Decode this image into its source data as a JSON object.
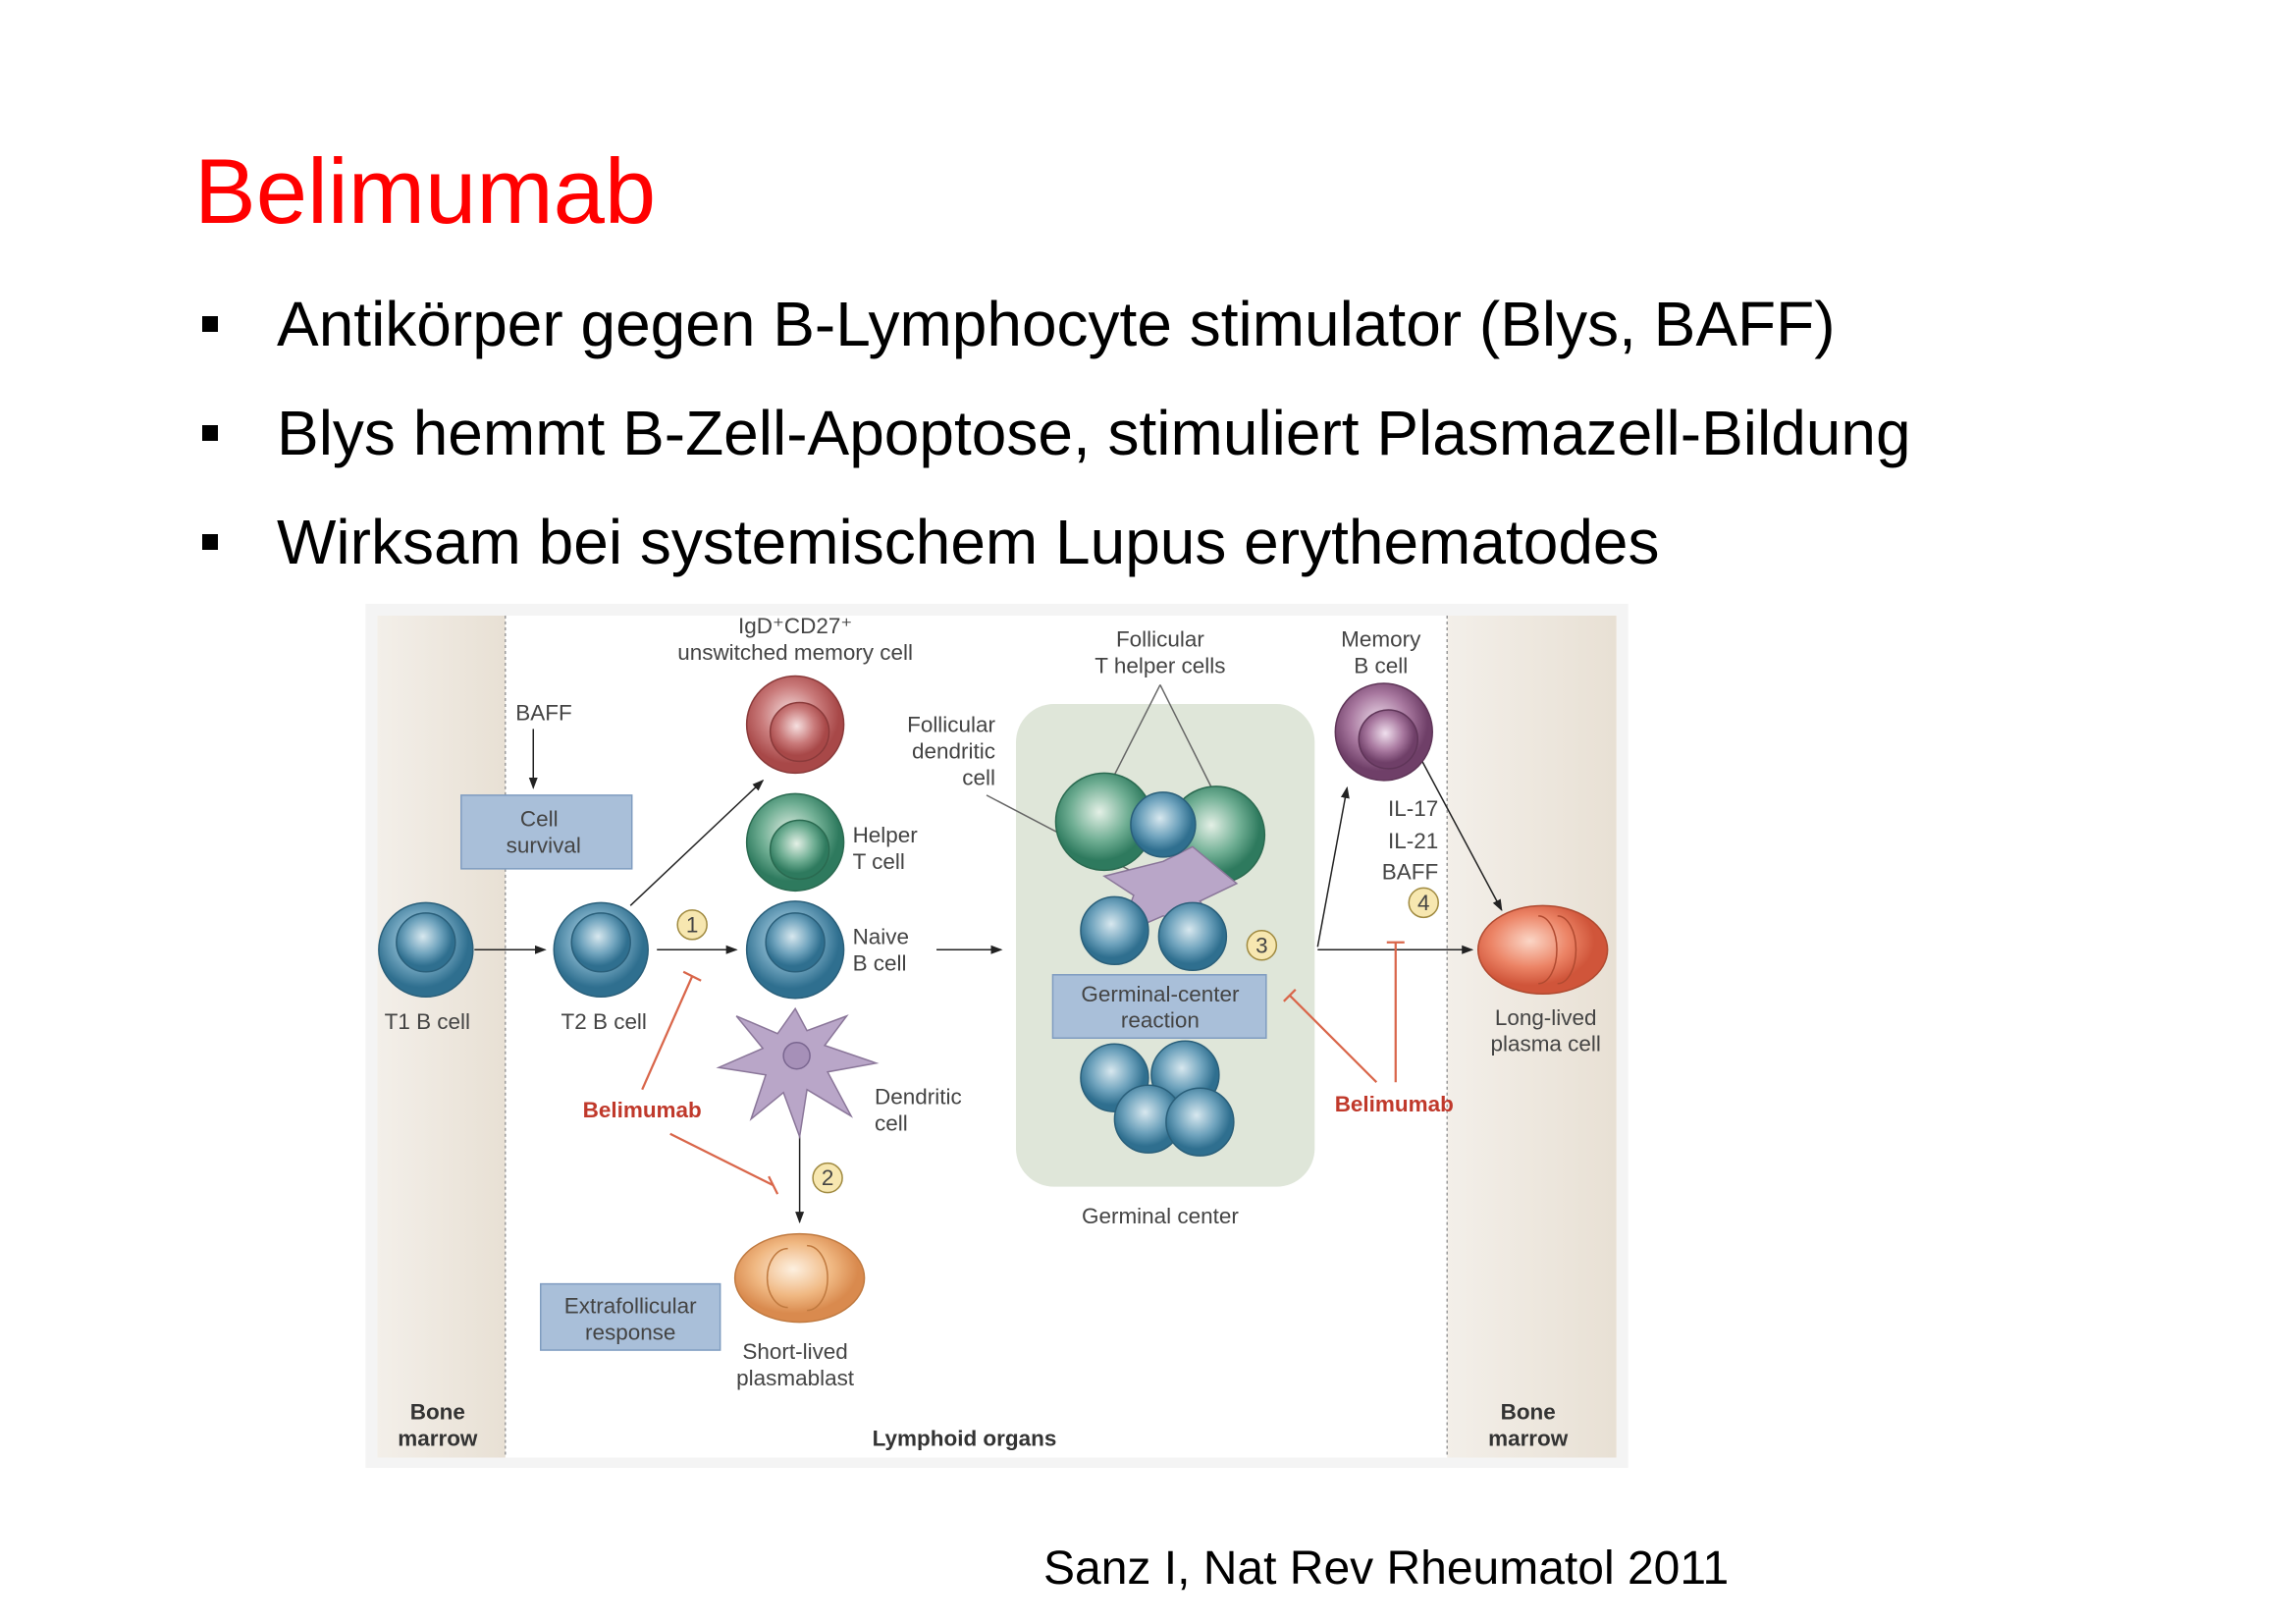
{
  "slide": {
    "title": "Belimumab",
    "bullets": [
      "Antikörper gegen B-Lymphocyte stimulator (Blys, BAFF)",
      "Blys hemmt B-Zell-Apoptose, stimuliert Plasmazell-Bildung",
      "Wirksam bei systemischem Lupus erythematodes"
    ],
    "citation": "Sanz I, Nat Rev Rheumatol 2011",
    "title_color": "#ff0000"
  },
  "diagram": {
    "unswitched_1": "IgD⁺CD27⁺",
    "unswitched_2": "unswitched memory cell",
    "baff": "BAFF",
    "cell_survival_1": "Cell",
    "cell_survival_2": "survival",
    "t1": "T1 B cell",
    "t2": "T2 B cell",
    "helper_1": "Helper",
    "helper_2": "T cell",
    "naive_1": "Naive",
    "naive_2": "B cell",
    "fdc_1": "Follicular",
    "fdc_2": "dendritic",
    "fdc_3": "cell",
    "dendritic_1": "Dendritic",
    "dendritic_2": "cell",
    "belimumab": "Belimumab",
    "extrafollicular_1": "Extrafollicular",
    "extrafollicular_2": "response",
    "plasmablast_1": "Short-lived",
    "plasmablast_2": "plasmablast",
    "tfh_1": "Follicular",
    "tfh_2": "T helper cells",
    "gc_reaction_1": "Germinal-center",
    "gc_reaction_2": "reaction",
    "germinal_center": "Germinal center",
    "memory_1": "Memory",
    "memory_2": "B cell",
    "cytokines": [
      "IL-17",
      "IL-21",
      "BAFF"
    ],
    "plasma_1": "Long-lived",
    "plasma_2": "plasma cell",
    "bone_marrow_1": "Bone",
    "bone_marrow_2": "marrow",
    "lymphoid_organs": "Lymphoid organs",
    "steps": [
      "1",
      "2",
      "3",
      "4"
    ]
  }
}
